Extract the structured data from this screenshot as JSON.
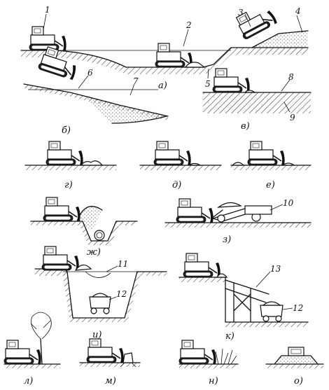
{
  "figure": {
    "callouts": [
      "1",
      "2",
      "3",
      "4",
      "5",
      "6",
      "7",
      "8",
      "9",
      "10",
      "11",
      "12",
      "13",
      "12"
    ],
    "panels": [
      "а)",
      "б)",
      "в)",
      "г)",
      "д)",
      "е)",
      "ж)",
      "з)",
      "и)",
      "к)",
      "л)",
      "м)",
      "н)",
      "о)"
    ]
  }
}
